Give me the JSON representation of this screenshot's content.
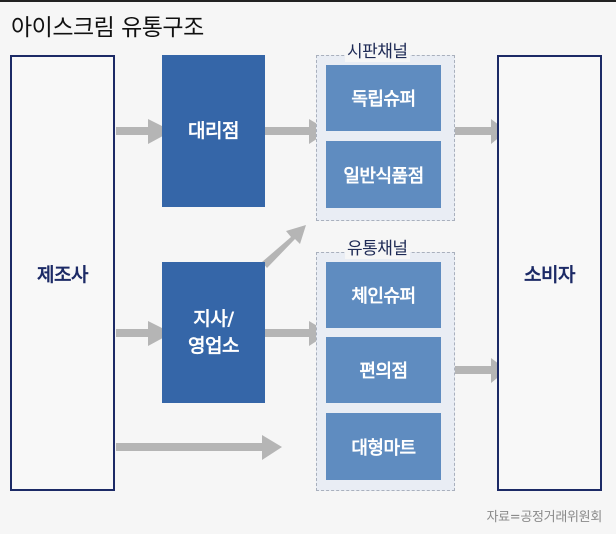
{
  "title": "아이스크림 유통구조",
  "nodes": {
    "manufacturer": "제조사",
    "agency": "대리점",
    "branch": "지사/\n영업소",
    "consumer": "소비자"
  },
  "groups": {
    "retail_channel": {
      "label": "시판채널",
      "items": [
        "독립슈퍼",
        "일반식품점"
      ]
    },
    "distribution_channel": {
      "label": "유통채널",
      "items": [
        "체인슈퍼",
        "편의점",
        "대형마트"
      ]
    }
  },
  "edges": [
    {
      "from": "제조사",
      "to": "대리점"
    },
    {
      "from": "대리점",
      "to": "시판채널"
    },
    {
      "from": "지사/영업소",
      "to": "시판채널"
    },
    {
      "from": "제조사",
      "to": "지사/영업소"
    },
    {
      "from": "지사/영업소",
      "to": "유통채널"
    },
    {
      "from": "제조사",
      "to": "대형마트"
    },
    {
      "from": "시판채널",
      "to": "소비자"
    },
    {
      "from": "유통채널",
      "to": "소비자"
    }
  ],
  "colors": {
    "navy": "#1c2a66",
    "dark_blue": "#3566a8",
    "light_blue": "#5f8cc0",
    "arrow_gray": "#b5b5b5"
  },
  "source": "자료=공정거래위원회"
}
